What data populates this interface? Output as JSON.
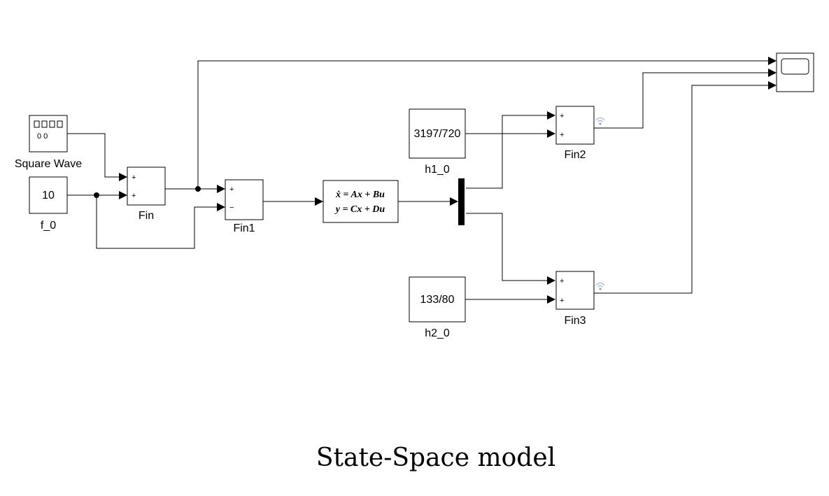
{
  "blocks": {
    "square_wave": {
      "label": "Square Wave",
      "icon": "square-wave-icon",
      "icon_text": "0 0"
    },
    "f_0": {
      "label": "f_0",
      "value": "10"
    },
    "fin": {
      "label": "Fin",
      "signs": [
        "+",
        "+"
      ]
    },
    "fin1": {
      "label": "Fin1",
      "signs": [
        "+",
        "−"
      ]
    },
    "state_space": {
      "line1": "ẋ = Ax + Bu",
      "line2": "y = Cx + Du"
    },
    "h1_0": {
      "label": "h1_0",
      "value": "3197/720"
    },
    "h2_0": {
      "label": "h2_0",
      "value": "133/80"
    },
    "fin2": {
      "label": "Fin2",
      "signs": [
        "+",
        "+"
      ],
      "icon": "signal-broadcast-icon"
    },
    "fin3": {
      "label": "Fin3",
      "signs": [
        "+",
        "+"
      ],
      "icon": "signal-broadcast-icon"
    },
    "scope": {
      "icon": "scope-display-icon"
    },
    "demux": {
      "icon": "demux-bar-icon"
    }
  },
  "caption": "State-Space model",
  "colors": {
    "line": "#000000",
    "signal_icon": "#8aa8c8"
  }
}
